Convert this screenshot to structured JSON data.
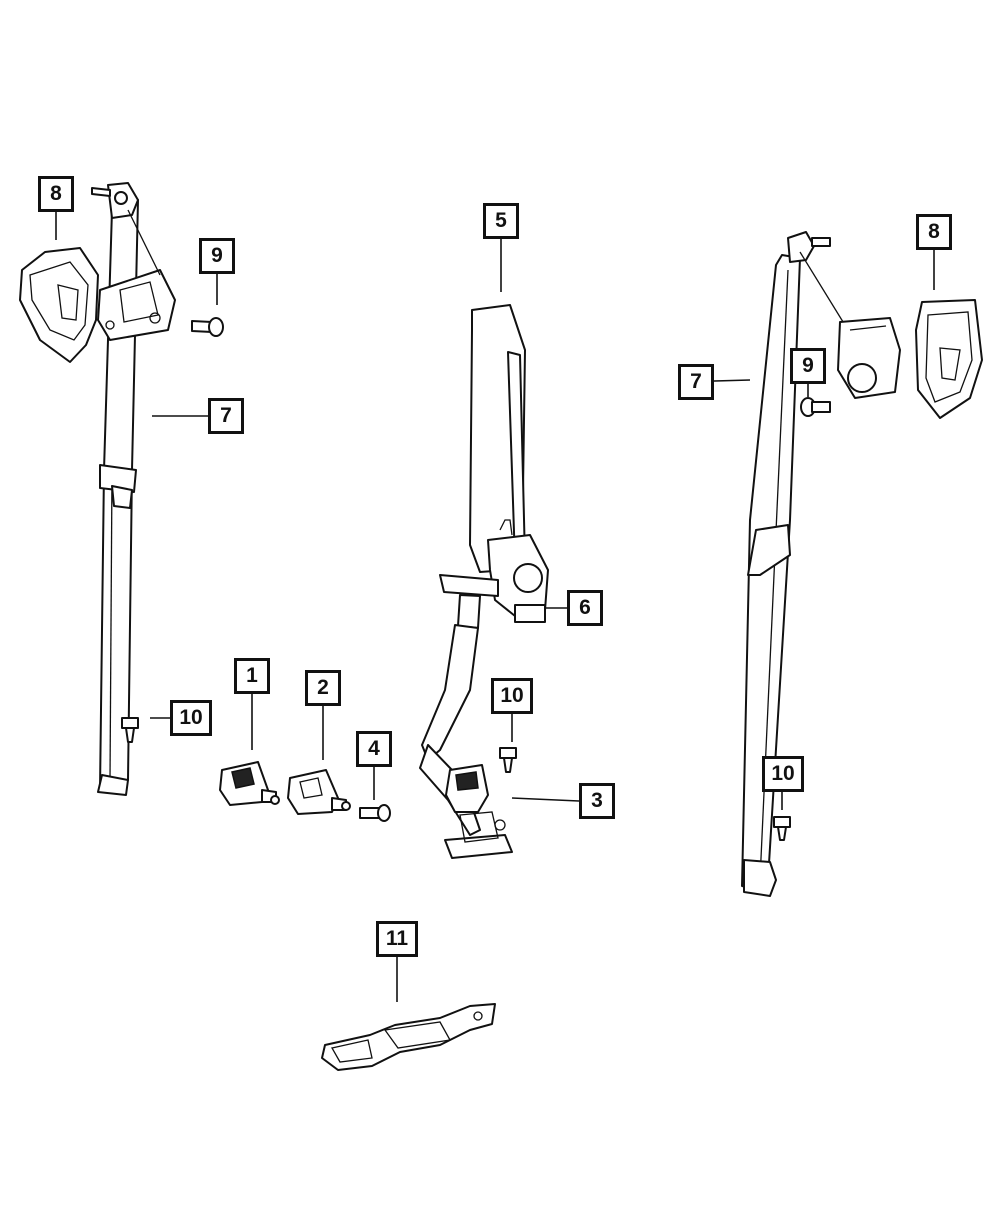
{
  "callouts": [
    {
      "id": "c8a",
      "label": "8"
    },
    {
      "id": "c9a",
      "label": "9"
    },
    {
      "id": "c7a",
      "label": "7"
    },
    {
      "id": "c10a",
      "label": "10"
    },
    {
      "id": "c1",
      "label": "1"
    },
    {
      "id": "c2",
      "label": "2"
    },
    {
      "id": "c4",
      "label": "4"
    },
    {
      "id": "c5",
      "label": "5"
    },
    {
      "id": "c6",
      "label": "6"
    },
    {
      "id": "c10b",
      "label": "10"
    },
    {
      "id": "c3",
      "label": "3"
    },
    {
      "id": "c8b",
      "label": "8"
    },
    {
      "id": "c7b",
      "label": "7"
    },
    {
      "id": "c9b",
      "label": "9"
    },
    {
      "id": "c10c",
      "label": "10"
    },
    {
      "id": "c11",
      "label": "11"
    }
  ]
}
